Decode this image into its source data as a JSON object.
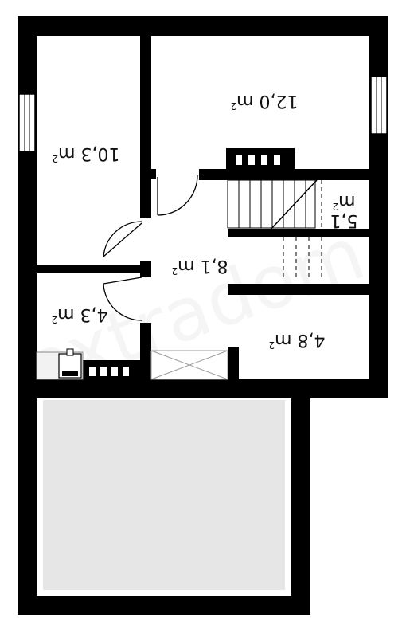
{
  "rooms": [
    {
      "id": "room-a",
      "value": "12,0",
      "unit": "m",
      "exp": "2"
    },
    {
      "id": "room-b",
      "value": "10,3",
      "unit": "m",
      "exp": "2"
    },
    {
      "id": "room-c",
      "value": "5,1",
      "unit": "m",
      "exp": "2"
    },
    {
      "id": "room-d",
      "value": "8,1",
      "unit": "m",
      "exp": "2"
    },
    {
      "id": "room-e",
      "value": "4,3",
      "unit": "m",
      "exp": "2"
    },
    {
      "id": "room-f",
      "value": "4,8",
      "unit": "m",
      "exp": "2"
    }
  ],
  "watermark": "extradom",
  "colors": {
    "wall": "#000000",
    "garage": "#e6e6e6",
    "fixture": "#999999",
    "paper": "#ffffff"
  }
}
